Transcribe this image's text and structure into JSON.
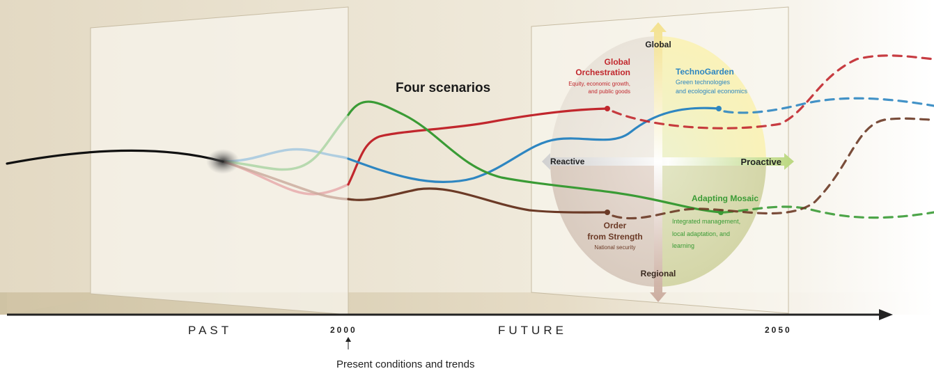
{
  "title": "Four scenarios",
  "timeline": {
    "past": "PAST",
    "future": "FUTURE",
    "year_start": "2000",
    "year_end": "2050",
    "present_note": "Present conditions and trends"
  },
  "axes": {
    "top": "Global",
    "bottom": "Regional",
    "left": "Reactive",
    "right": "Proactive"
  },
  "scenarios": {
    "global_orchestration": {
      "name_line1": "Global",
      "name_line2": "Orchestration",
      "desc_line1": "Equity, economic growth,",
      "desc_line2": "and public goods",
      "color": "#c1272d"
    },
    "technogarden": {
      "name": "TechnoGarden",
      "desc_line1": "Green technologies",
      "desc_line2": "and ecological economics",
      "color": "#2e86c1"
    },
    "adapting_mosaic": {
      "name": "Adapting Mosaic",
      "desc_line1": "Integrated management,",
      "desc_line2": "local adaptation, and",
      "desc_line3": "learning",
      "color": "#3a9b35"
    },
    "order_from_strength": {
      "name_line1": "Order",
      "name_line2": "from Strength",
      "desc": "National security",
      "color": "#6b3a26"
    }
  },
  "colors": {
    "past_line": "#111111",
    "axis": "#222222"
  }
}
